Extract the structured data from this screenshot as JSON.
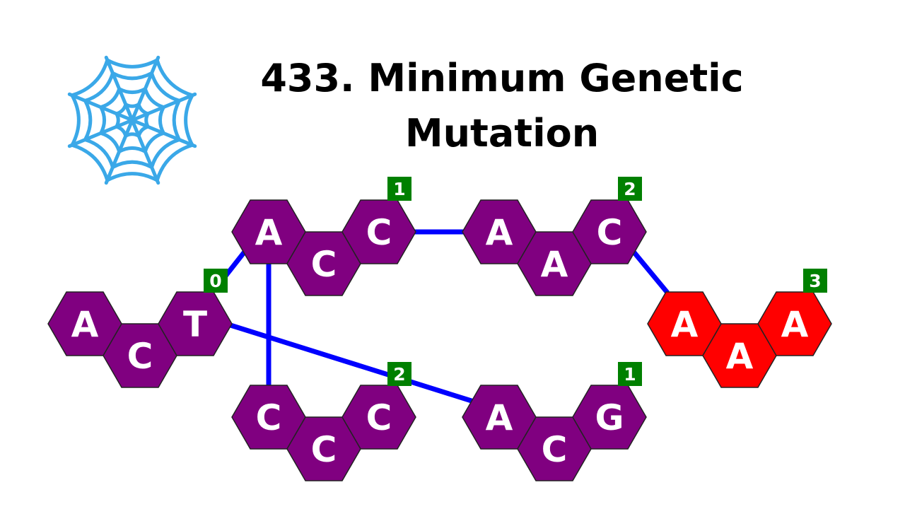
{
  "title": "433. Minimum Genetic Mutation",
  "logo": {
    "icon": "spider-web-icon",
    "color": "#3aa8e8"
  },
  "colors": {
    "node": "#800080",
    "target": "#ff0000",
    "edge": "#0000ff",
    "badge": "#008000",
    "letter": "#ffffff"
  },
  "nodes": [
    {
      "id": "start",
      "gene": [
        "A",
        "C",
        "T"
      ],
      "step": "0",
      "target": false
    },
    {
      "id": "acc",
      "gene": [
        "A",
        "C",
        "C"
      ],
      "step": "1",
      "target": false
    },
    {
      "id": "aac",
      "gene": [
        "A",
        "A",
        "C"
      ],
      "step": "2",
      "target": false
    },
    {
      "id": "aaa",
      "gene": [
        "A",
        "A",
        "A"
      ],
      "step": "3",
      "target": true
    },
    {
      "id": "ccc",
      "gene": [
        "C",
        "C",
        "C"
      ],
      "step": "2",
      "target": false
    },
    {
      "id": "acg",
      "gene": [
        "A",
        "C",
        "G"
      ],
      "step": "1",
      "target": false
    }
  ],
  "edges": [
    {
      "from": "start",
      "to": "acc"
    },
    {
      "from": "start",
      "to": "acg"
    },
    {
      "from": "acc",
      "to": "aac"
    },
    {
      "from": "acc",
      "to": "ccc"
    },
    {
      "from": "aac",
      "to": "aaa"
    }
  ]
}
